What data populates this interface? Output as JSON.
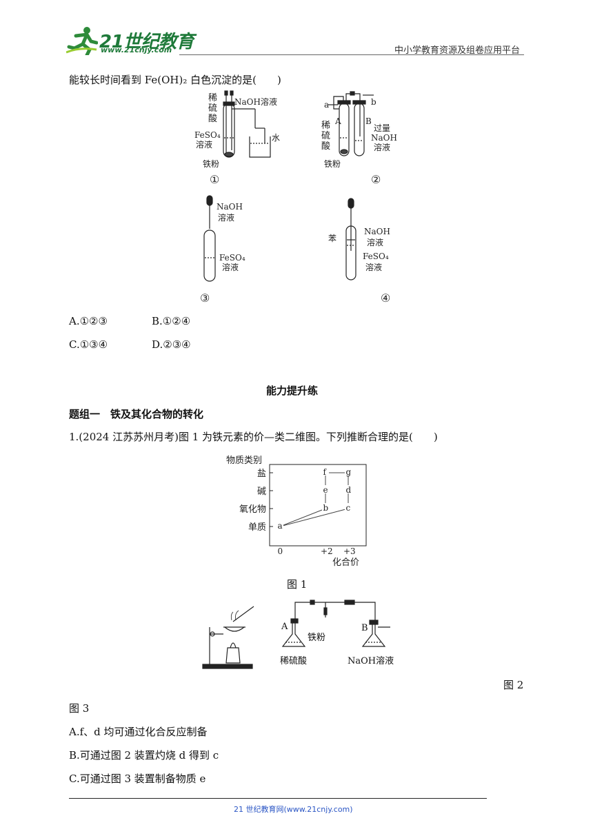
{
  "header": {
    "logo_text": "21世纪教育",
    "logo_url": "www.21cnjy.com",
    "right_text": "中小学教育资源及组卷应用平台"
  },
  "question_intro": "能较长时间看到 Fe(OH)₂ 白色沉淀的是(　　)",
  "apparatus": {
    "fig1_labels": [
      "稀",
      "硫",
      "酸",
      "NaOH溶液",
      "FeSO₄",
      "溶液",
      "水",
      "铁粉"
    ],
    "fig2_labels": [
      "a",
      "b",
      "A",
      "B",
      "稀",
      "硫",
      "酸",
      "过量",
      "NaOH",
      "溶液",
      "铁粉"
    ],
    "fig3_labels": [
      "NaOH",
      "溶液",
      "FeSO₄",
      "溶液"
    ],
    "fig4_labels": [
      "苯",
      "NaOH",
      "溶液",
      "FeSO₄",
      "溶液"
    ],
    "numbers": [
      "①",
      "②",
      "③",
      "④"
    ]
  },
  "options_q0": [
    {
      "letter": "A.",
      "text": "①②③"
    },
    {
      "letter": "B.",
      "text": "①②④"
    },
    {
      "letter": "C.",
      "text": "①③④"
    },
    {
      "letter": "D.",
      "text": "②③④"
    }
  ],
  "section_title": "能力提升练",
  "group_title": "题组一　铁及其化合物的转化",
  "q1_text": "1.(2024 江苏苏州月考)图 1 为铁元素的价—类二维图。下列推断合理的是(　　)",
  "chart_data": {
    "type": "scatter",
    "title": "",
    "ylabel": "物质类别",
    "xlabel": "化合价",
    "y_categories": [
      "单质",
      "氧化物",
      "碱",
      "盐"
    ],
    "x_ticks": [
      "0",
      "+2",
      "+3"
    ],
    "points": [
      {
        "label": "a",
        "x": 0,
        "y": "单质"
      },
      {
        "label": "b",
        "x": 2,
        "y": "氧化物"
      },
      {
        "label": "c",
        "x": 3,
        "y": "氧化物"
      },
      {
        "label": "e",
        "x": 2,
        "y": "碱"
      },
      {
        "label": "d",
        "x": 3,
        "y": "碱"
      },
      {
        "label": "f",
        "x": 2,
        "y": "盐"
      },
      {
        "label": "g",
        "x": 3,
        "y": "盐"
      }
    ]
  },
  "fig1_caption": "图 1",
  "fig2_labels": {
    "a": "A",
    "b": "B",
    "iron": "铁粉",
    "acid": "稀硫酸",
    "naoh": "NaOH溶液"
  },
  "fig2_caption": "图 2",
  "fig3_caption": "图 3",
  "options_q1": [
    "A.f、d 均可通过化合反应制备",
    "B.可通过图 2 装置灼烧 d 得到 c",
    "C.可通过图 3 装置制备物质 e"
  ],
  "footer": "21 世纪教育网(www.21cnjy.com)"
}
